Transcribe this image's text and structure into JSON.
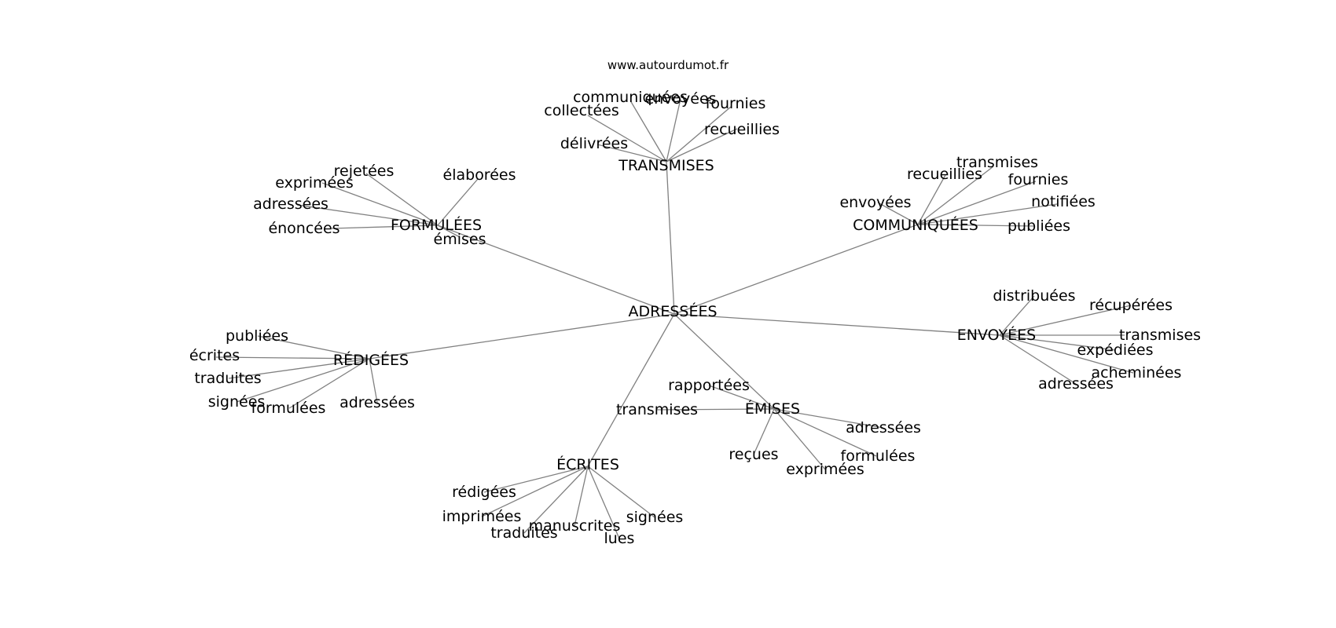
{
  "source_caption": "www.autourdumot.fr",
  "colors": {
    "edge": "#808080",
    "text": "#000000",
    "background": "#ffffff"
  },
  "graph": {
    "center": "ADRESSÉES",
    "clusters": [
      {
        "hub": "TRANSMISES",
        "leaves": [
          "communiquées",
          "envoyées",
          "fournies",
          "collectées",
          "recueillies",
          "délivrées"
        ]
      },
      {
        "hub": "FORMULÉES",
        "leaves": [
          "rejetées",
          "élaborées",
          "exprimées",
          "adressées",
          "énoncées",
          "émises"
        ]
      },
      {
        "hub": "COMMUNIQUÉES",
        "leaves": [
          "transmises",
          "recueillies",
          "fournies",
          "envoyées",
          "notifiées",
          "publiées"
        ]
      },
      {
        "hub": "ENVOYÉES",
        "leaves": [
          "distribuées",
          "récupérées",
          "transmises",
          "expédiées",
          "acheminées",
          "adressées"
        ]
      },
      {
        "hub": "RÉDIGÉES",
        "leaves": [
          "publiées",
          "écrites",
          "traduites",
          "signées",
          "formulées",
          "adressées"
        ]
      },
      {
        "hub": "ÉMISES",
        "leaves": [
          "rapportées",
          "transmises",
          "adressées",
          "reçues",
          "formulées",
          "exprimées"
        ]
      },
      {
        "hub": "ÉCRITES",
        "leaves": [
          "rédigées",
          "imprimées",
          "traduites",
          "manuscrites",
          "lues",
          "signées"
        ]
      }
    ]
  }
}
